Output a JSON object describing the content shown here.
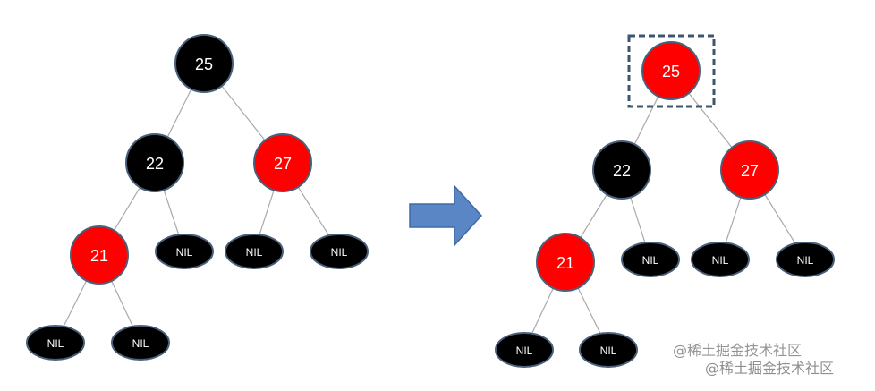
{
  "colors": {
    "black_node": "#000000",
    "red_node": "#ff0000",
    "node_border": "#4a607a",
    "edge": "#a9a9a9",
    "arrow_fill": "#5b86c6",
    "arrow_stroke": "#3f6aa7",
    "highlight_box": "#3d5670"
  },
  "before_tree": {
    "nodes": [
      {
        "id": "n25",
        "label": "25",
        "color": "black",
        "kind": "key"
      },
      {
        "id": "n22",
        "label": "22",
        "color": "black",
        "kind": "key"
      },
      {
        "id": "n27",
        "label": "27",
        "color": "red",
        "kind": "key"
      },
      {
        "id": "n21",
        "label": "21",
        "color": "red",
        "kind": "key"
      },
      {
        "id": "nil22r",
        "label": "NIL",
        "color": "black",
        "kind": "nil"
      },
      {
        "id": "nil27l",
        "label": "NIL",
        "color": "black",
        "kind": "nil"
      },
      {
        "id": "nil27r",
        "label": "NIL",
        "color": "black",
        "kind": "nil"
      },
      {
        "id": "nil21l",
        "label": "NIL",
        "color": "black",
        "kind": "nil"
      },
      {
        "id": "nil21r",
        "label": "NIL",
        "color": "black",
        "kind": "nil"
      }
    ],
    "edges": [
      [
        "n25",
        "n22"
      ],
      [
        "n25",
        "n27"
      ],
      [
        "n22",
        "n21"
      ],
      [
        "n22",
        "nil22r"
      ],
      [
        "n27",
        "nil27l"
      ],
      [
        "n27",
        "nil27r"
      ],
      [
        "n21",
        "nil21l"
      ],
      [
        "n21",
        "nil21r"
      ]
    ]
  },
  "after_tree": {
    "nodes": [
      {
        "id": "n25",
        "label": "25",
        "color": "red",
        "kind": "key",
        "highlighted": true
      },
      {
        "id": "n22",
        "label": "22",
        "color": "black",
        "kind": "key"
      },
      {
        "id": "n27",
        "label": "27",
        "color": "red",
        "kind": "key"
      },
      {
        "id": "n21",
        "label": "21",
        "color": "red",
        "kind": "key"
      },
      {
        "id": "nil22r",
        "label": "NIL",
        "color": "black",
        "kind": "nil"
      },
      {
        "id": "nil27l",
        "label": "NIL",
        "color": "black",
        "kind": "nil"
      },
      {
        "id": "nil27r",
        "label": "NIL",
        "color": "black",
        "kind": "nil"
      },
      {
        "id": "nil21l",
        "label": "NIL",
        "color": "black",
        "kind": "nil"
      },
      {
        "id": "nil21r",
        "label": "NIL",
        "color": "black",
        "kind": "nil"
      }
    ],
    "edges": [
      [
        "n25",
        "n22"
      ],
      [
        "n25",
        "n27"
      ],
      [
        "n22",
        "n21"
      ],
      [
        "n22",
        "nil22r"
      ],
      [
        "n27",
        "nil27l"
      ],
      [
        "n27",
        "nil27r"
      ],
      [
        "n21",
        "nil21l"
      ],
      [
        "n21",
        "nil21r"
      ]
    ]
  },
  "arrow_icon": "right-arrow-icon",
  "watermark": {
    "line1": "@稀土掘金技术社区",
    "line2": "@稀土掘金技术社区"
  }
}
